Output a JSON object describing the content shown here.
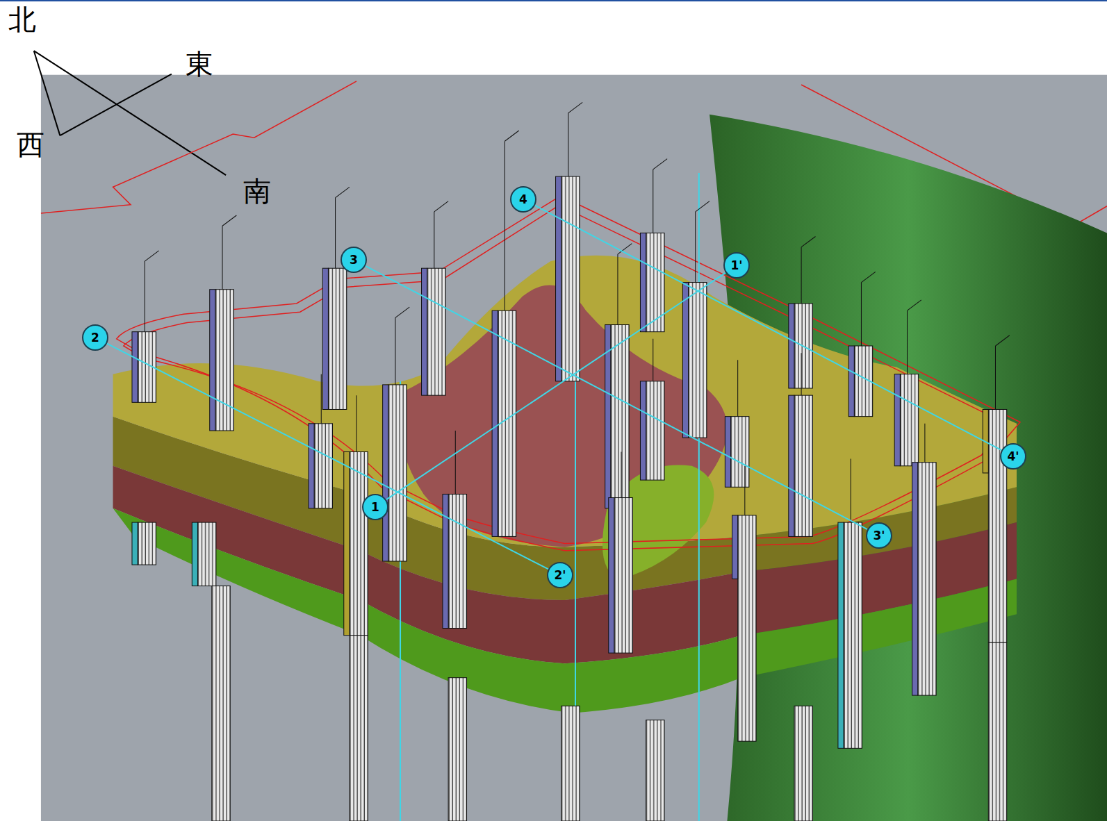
{
  "diagram": {
    "nodes": [
      {
        "text": [
          "1"
        ]
      },
      {
        "text": [
          "1'"
        ]
      },
      {
        "text": [
          "2"
        ]
      },
      {
        "text": [
          "2'"
        ]
      },
      {
        "text": [
          "3"
        ]
      },
      {
        "text": [
          "3'"
        ]
      },
      {
        "text": [
          "4"
        ]
      },
      {
        "text": [
          "4'"
        ]
      }
    ],
    "edges": [
      {
        "from": 0,
        "to": 1,
        "arrow": "none"
      },
      {
        "from": 2,
        "to": 3,
        "arrow": "none"
      },
      {
        "from": 4,
        "to": 5,
        "arrow": "none"
      },
      {
        "from": 6,
        "to": 7,
        "arrow": "none"
      }
    ],
    "labels": [
      "北",
      "東",
      "西",
      "南"
    ]
  }
}
